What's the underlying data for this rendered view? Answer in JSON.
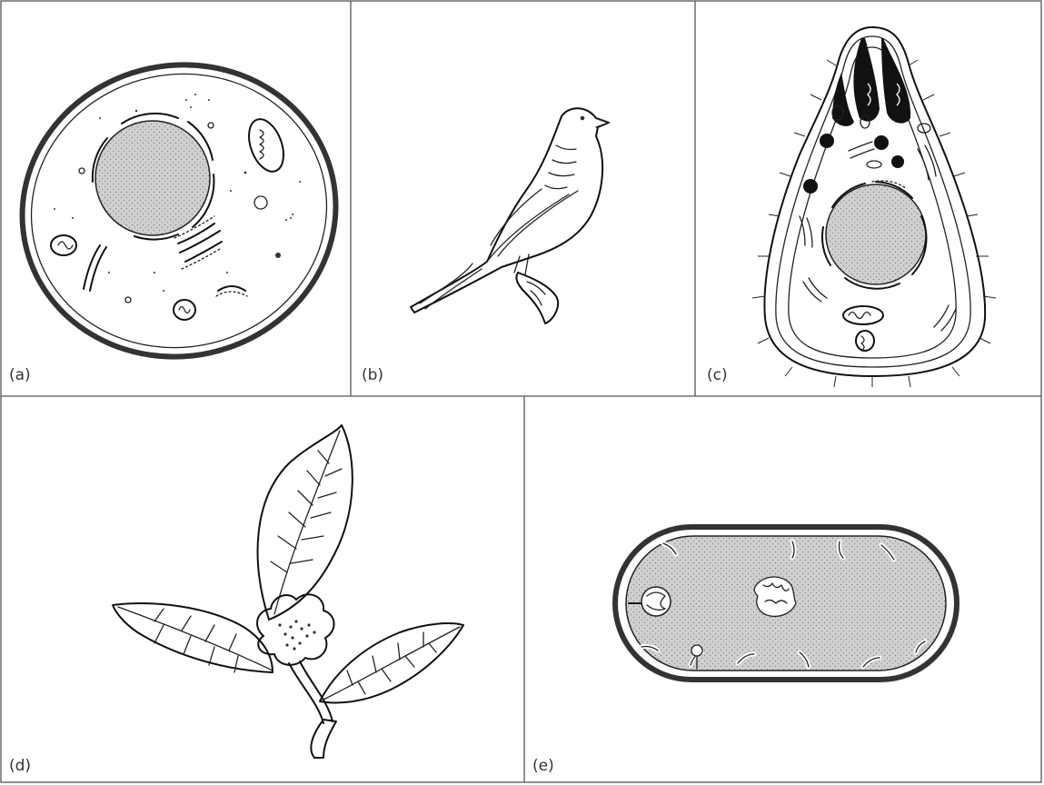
{
  "panels": [
    {
      "id": "a",
      "label": "(a)"
    },
    {
      "id": "b",
      "label": "(b)"
    },
    {
      "id": "c",
      "label": "(c)"
    },
    {
      "id": "d",
      "label": "(d)"
    },
    {
      "id": "e",
      "label": "(e)"
    }
  ],
  "colors": {
    "border": "#555555",
    "stipple_fill": "#c9c9c9",
    "dark_fill": "#111111",
    "background": "#ffffff"
  }
}
